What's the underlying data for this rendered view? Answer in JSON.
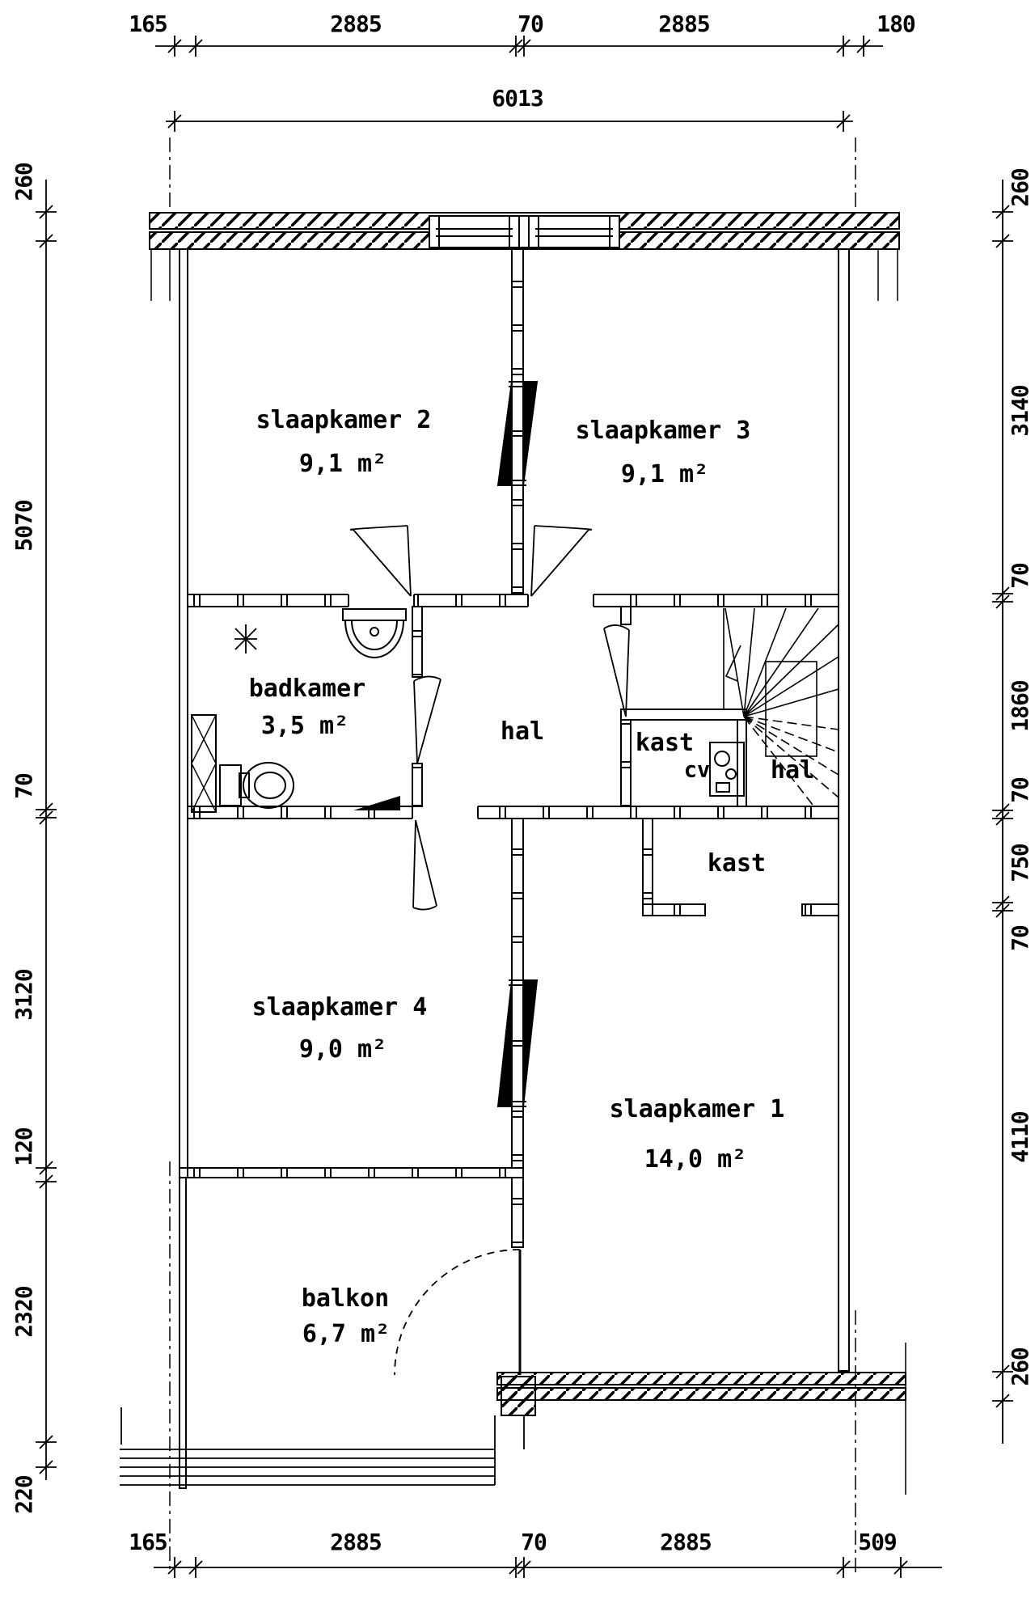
{
  "drawing_type": "floor-plan",
  "colors": {
    "line": "#000000",
    "background": "#ffffff"
  },
  "dimensions": {
    "top_row": [
      "165",
      "2885",
      "70",
      "2885",
      "180"
    ],
    "top_total": "6013",
    "left_column": [
      "260",
      "5070",
      "70",
      "3120",
      "120",
      "2320",
      "220"
    ],
    "right_column": [
      "260",
      "3140",
      "70",
      "1860",
      "70",
      "750",
      "70",
      "4110",
      "260"
    ],
    "bottom_row": [
      "165",
      "2885",
      "70",
      "2885",
      "509"
    ]
  },
  "rooms": [
    {
      "name": "slaapkamer 2",
      "area": "9,1 m²"
    },
    {
      "name": "slaapkamer 3",
      "area": "9,1 m²"
    },
    {
      "name": "badkamer",
      "area": "3,5 m²"
    },
    {
      "name": "hal",
      "area": ""
    },
    {
      "name": "kast",
      "area": ""
    },
    {
      "name": "cv",
      "area": ""
    },
    {
      "name": "hal",
      "area": ""
    },
    {
      "name": "kast",
      "area": ""
    },
    {
      "name": "slaapkamer 4",
      "area": "9,0 m²"
    },
    {
      "name": "slaapkamer 1",
      "area": "14,0 m²"
    },
    {
      "name": "balkon",
      "area": "6,7 m²"
    }
  ]
}
